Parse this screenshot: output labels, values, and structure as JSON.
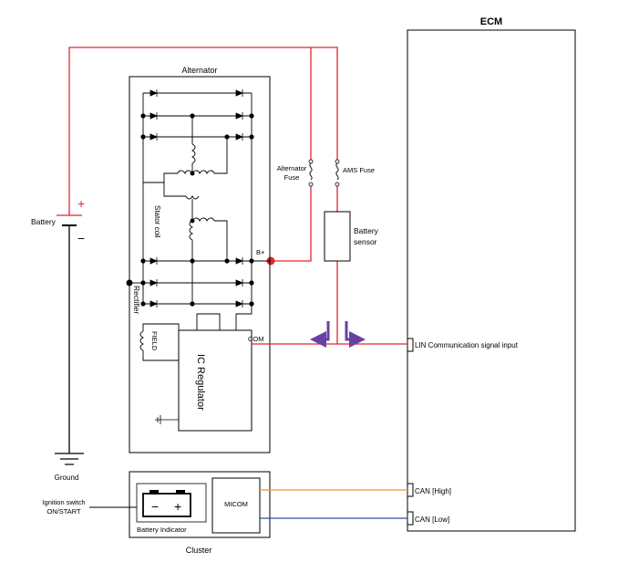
{
  "ecm": {
    "title": "ECM",
    "lin_label": "LIN Communication signal input",
    "can_high_label": "CAN [High]",
    "can_low_label": "CAN [Low]"
  },
  "alternator": {
    "title": "Alternator",
    "stator_label": "Stator coil",
    "rectifier_label": "Rectifier",
    "field_label": "FIELD",
    "regulator_label": "IC Regulator",
    "bplus_label": "B+",
    "com_label": "COM"
  },
  "battery": {
    "label": "Battery",
    "plus": "+",
    "minus": "−",
    "ground_label": "Ground"
  },
  "fuses": {
    "alternator_fuse_line1": "Alternator",
    "alternator_fuse_line2": "Fuse",
    "ams_fuse": "AMS Fuse"
  },
  "battery_sensor": {
    "line1": "Battery",
    "line2": "sensor"
  },
  "cluster": {
    "title": "Cluster",
    "micom": "MICOM",
    "indicator": "Battery Indicator",
    "ind_minus": "−",
    "ind_plus": "+"
  },
  "ignition": {
    "line1": "Ignition switch",
    "line2": "ON/START"
  },
  "colors": {
    "power_wire": "#e0282e",
    "can_high_wire": "#f0922e",
    "can_low_wire": "#2b4ea8",
    "arrow": "#6a3fa0"
  }
}
